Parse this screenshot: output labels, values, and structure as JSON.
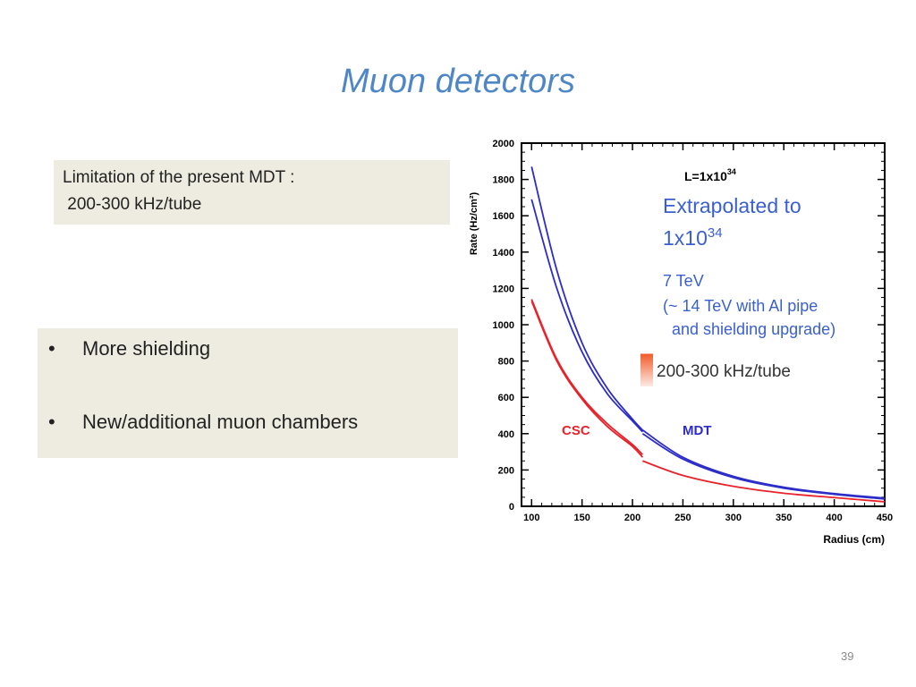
{
  "slide": {
    "title": "Muon detectors",
    "limit_box": {
      "line1": "Limitation of the present MDT :",
      "line2": " 200-300 kHz/tube"
    },
    "bullets": [
      "More shielding",
      "New/additional muon chambers"
    ],
    "page_number": "39"
  },
  "chart_data": {
    "type": "line",
    "title": "",
    "xlabel": "Radius (cm)",
    "ylabel": "Rate (Hz/cm²)",
    "xlim": [
      100,
      450
    ],
    "ylim": [
      0,
      2000
    ],
    "x_ticks": [
      "100",
      "150",
      "200",
      "250",
      "300",
      "350",
      "400",
      "450"
    ],
    "y_ticks": [
      "0",
      "200",
      "400",
      "600",
      "800",
      "1000",
      "1200",
      "1400",
      "1600",
      "1800",
      "2000"
    ],
    "grid": false,
    "annotations": {
      "lumi": "L=1x10",
      "lumi_exp": "34",
      "extrap_line1": "Extrapolated to",
      "extrap_line2": "1x10",
      "extrap_exp": "34",
      "energy_line1": "7 TeV",
      "energy_line2": "(~ 14 TeV with Al pipe",
      "energy_line3": "  and shielding upgrade)",
      "band_label": "200-300 kHz/tube",
      "csc_label": "CSC",
      "mdt_label": "MDT"
    },
    "colors": {
      "csc": "#e8222a",
      "mdt": "#2c2cc8",
      "annotation": "#3a5fd0",
      "band": "#f25a2a"
    },
    "band": {
      "y_low": 660,
      "y_high": 840
    },
    "series": [
      {
        "name": "CSC",
        "color": "#e8222a",
        "x": [
          100,
          125,
          150,
          175,
          200,
          210
        ],
        "y": [
          1130,
          800,
          590,
          440,
          330,
          270
        ]
      },
      {
        "name": "CSC",
        "color": "#e8222a",
        "x": [
          100,
          125,
          150,
          175,
          200,
          210
        ],
        "y": [
          1140,
          810,
          600,
          455,
          340,
          285
        ]
      },
      {
        "name": "CSC",
        "color": "#e8222a",
        "x": [
          210,
          250,
          300,
          350,
          400,
          450
        ],
        "y": [
          250,
          170,
          110,
          72,
          48,
          25
        ]
      },
      {
        "name": "MDT",
        "color": "#2c2cc8",
        "x": [
          100,
          125,
          150,
          175,
          200,
          210
        ],
        "y": [
          1870,
          1300,
          900,
          650,
          480,
          420
        ]
      },
      {
        "name": "MDT",
        "color": "#2c2cc8",
        "x": [
          100,
          125,
          150,
          175,
          200,
          210
        ],
        "y": [
          1690,
          1200,
          850,
          620,
          470,
          410
        ]
      },
      {
        "name": "MDT",
        "color": "#2c2cc8",
        "x": [
          210,
          250,
          300,
          350,
          400,
          450
        ],
        "y": [
          420,
          270,
          165,
          105,
          70,
          45
        ]
      },
      {
        "name": "MDT",
        "color": "#2c2cc8",
        "x": [
          210,
          250,
          300,
          350,
          400,
          450
        ],
        "y": [
          400,
          260,
          158,
          100,
          66,
          40
        ]
      }
    ]
  }
}
